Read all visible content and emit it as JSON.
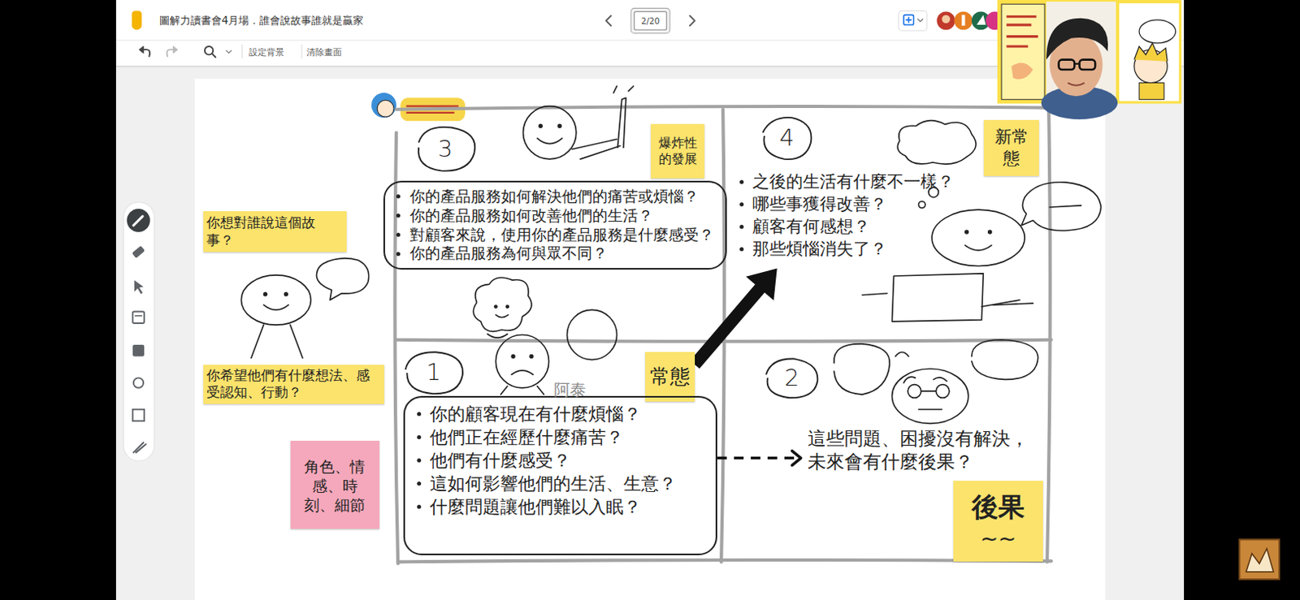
{
  "diagram": {
    "title": "圖解力讀書會4月場．誰會說故事誰就是贏家",
    "nodes": [
      {
        "text": [
          "你想對誰說這個故事？"
        ]
      },
      {
        "text": [
          "你希望他們有什麼想法、感受認知、行動？"
        ]
      },
      {
        "text": [
          "角色、情感、時刻、細節"
        ]
      },
      {
        "text": [
          "3"
        ]
      },
      {
        "text": [
          "爆炸性的發展"
        ],
        "in": 3
      },
      {
        "text": [
          "你的產品服務如何解決他們的痛苦或煩惱？",
          "你的產品服務如何改善他們的生活？",
          "對顧客來說，使用你的產品服務是什麼感受？",
          "你的產品服務為何與眾不同？"
        ],
        "in": 3
      },
      {
        "text": [
          "4"
        ]
      },
      {
        "text": [
          "新常態"
        ],
        "in": 6
      },
      {
        "text": [
          "之後的生活有什麼不一樣？",
          "哪些事獲得改善？",
          "顧客有何感想？",
          "那些煩惱消失了？"
        ],
        "in": 6
      },
      {
        "text": [
          "1"
        ]
      },
      {
        "text": [
          "常態"
        ],
        "in": 9
      },
      {
        "text": [
          "你的顧客現在有什麼煩惱？",
          "他們正在經歷什麼痛苦？",
          "他們有什麼感受？",
          "這如何影響他們的生活、生意？",
          "什麼問題讓他們難以入眠？"
        ],
        "in": 9
      },
      {
        "text": [
          "2"
        ]
      },
      {
        "text": [
          "這些問題、困擾沒有解決，未來會有什麼後果？"
        ],
        "in": 12
      },
      {
        "text": [
          "後果",
          "~~"
        ],
        "in": 12
      }
    ],
    "edges": [
      {
        "from": 10,
        "to": 8,
        "arrow": "to"
      },
      {
        "from": 11,
        "to": 13,
        "arrow": "to"
      }
    ],
    "labels": [
      "2/20",
      "設定背景",
      "清除畫面",
      "阿泰"
    ]
  }
}
